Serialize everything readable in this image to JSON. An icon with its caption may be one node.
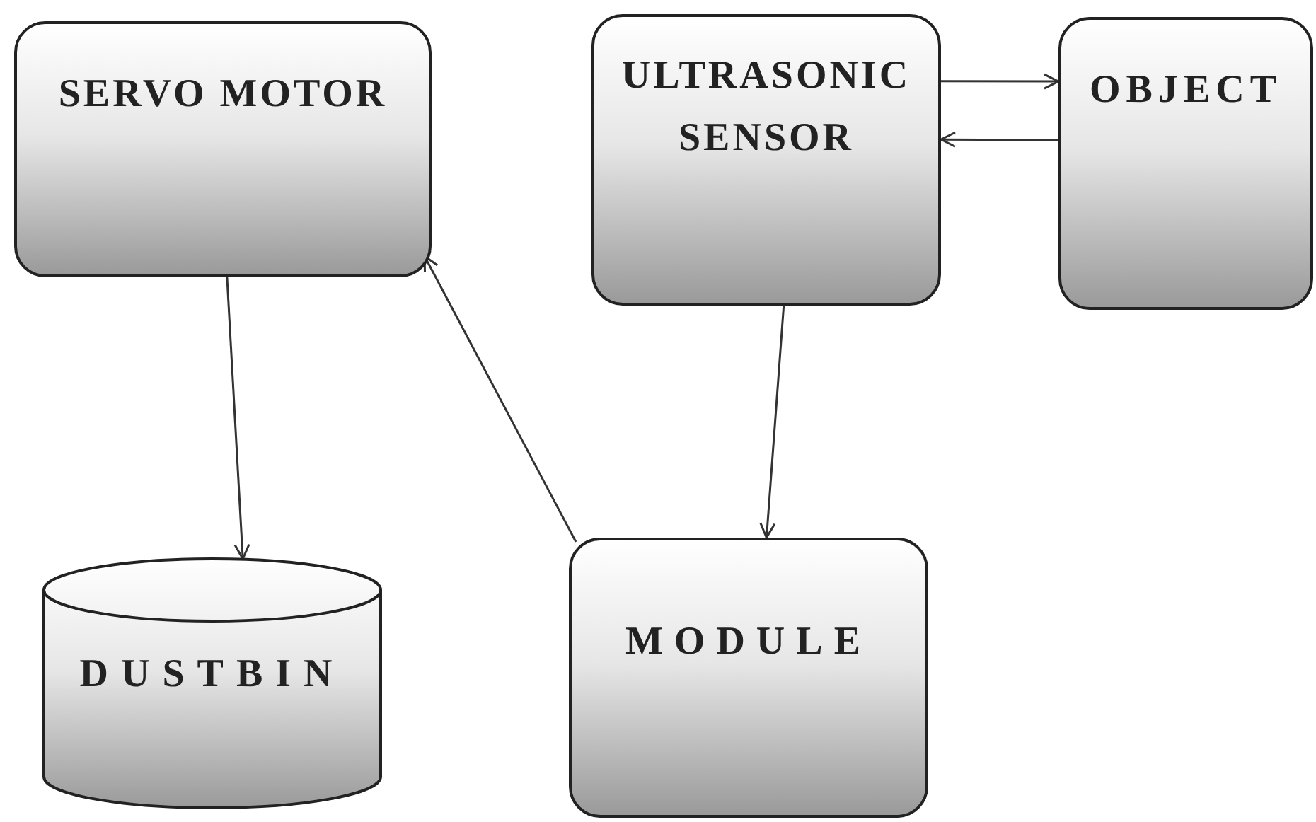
{
  "diagram": {
    "nodes": [
      {
        "text": [
          "SERVO MOTOR"
        ]
      },
      {
        "text": [
          "ULTRASONIC SENSOR"
        ]
      },
      {
        "text": [
          "OBJECT"
        ]
      },
      {
        "text": [
          "DUSTBIN"
        ]
      },
      {
        "text": [
          "MODULE"
        ]
      }
    ],
    "edges": [
      {
        "from": 0,
        "to": 3,
        "arrow": "to"
      },
      {
        "from": 1,
        "to": 2,
        "arrow": "to"
      },
      {
        "from": 2,
        "to": 1,
        "arrow": "to"
      },
      {
        "from": 1,
        "to": 4,
        "arrow": "to"
      },
      {
        "from": 4,
        "to": 0,
        "arrow": "to"
      }
    ]
  }
}
